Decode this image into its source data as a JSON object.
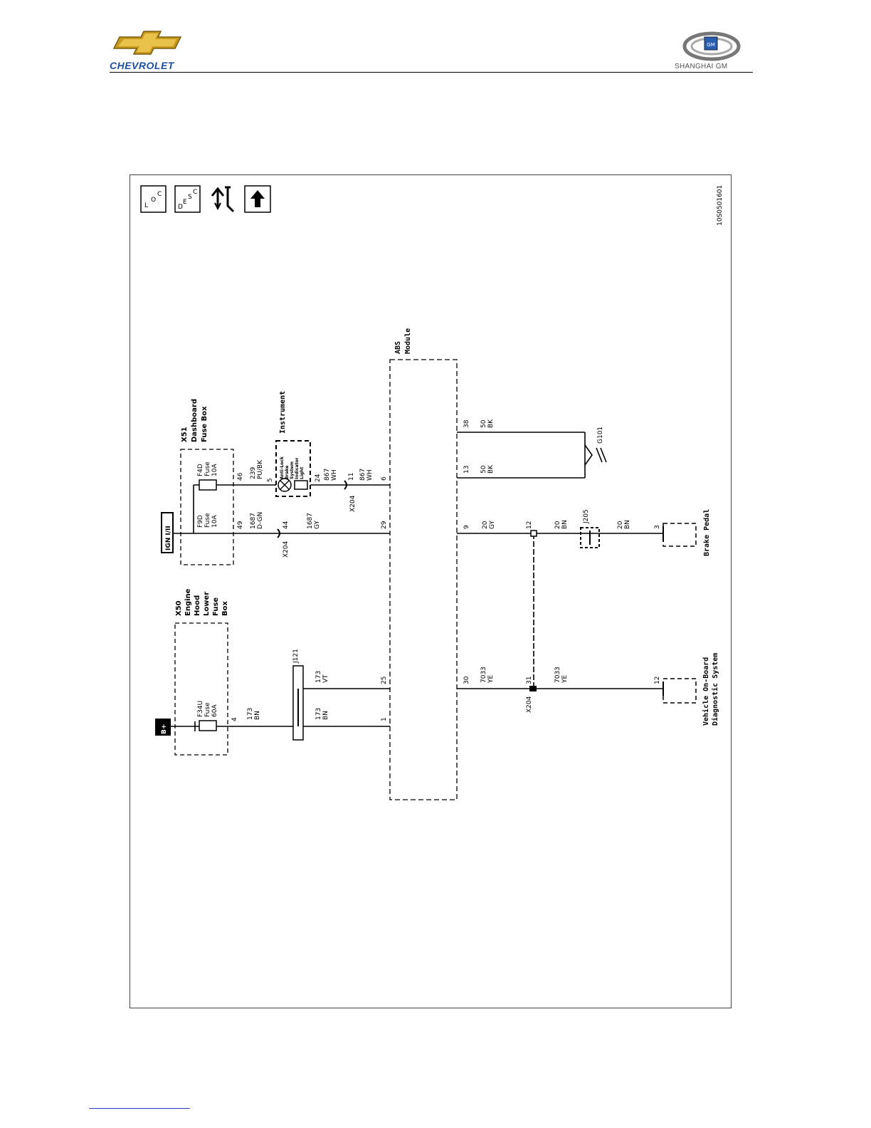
{
  "header": {
    "left_brand": "CHEVROLET",
    "right_brand": "SHANGHAI GM",
    "right_badge": "GM"
  },
  "icons": {
    "loc": [
      "L",
      "O",
      "C"
    ],
    "desc": [
      "D",
      "E",
      "S",
      "C"
    ],
    "schematic_icon": "wrench-arrows-icon",
    "up_icon": "up-arrow-icon"
  },
  "figure_id": "10S0501601",
  "power": {
    "bplus": "B+",
    "ign": "IGN I/II"
  },
  "x50": {
    "name": [
      "X50",
      "Engine",
      "Hood",
      "Lower",
      "Fuse",
      "Box"
    ],
    "fuse": [
      "F34U",
      "Fuse",
      "60A"
    ],
    "pin": "4"
  },
  "x51": {
    "name": [
      "X51",
      "Dashboard",
      "Fuse Box"
    ],
    "fuse_a": [
      "F9D",
      "Fuse",
      "10A"
    ],
    "fuse_b": [
      "F4D",
      "Fuse",
      "10A"
    ],
    "pin_a": "49",
    "pin_b": "46"
  },
  "instrument": {
    "name": "Instrument",
    "lamp": [
      "Anti-Lock",
      "Brake",
      "System",
      "Indicator",
      "Light"
    ],
    "pin_in": "5",
    "pin_out": "24"
  },
  "abs": {
    "name": [
      "ABS",
      "Module"
    ],
    "pins_left": [
      "1",
      "25",
      "29",
      "6"
    ],
    "pins_right": [
      "30",
      "9",
      "13",
      "38"
    ]
  },
  "splices": {
    "j121": "J121",
    "j205": "J205"
  },
  "connectors": {
    "x204_a": "X204",
    "x204_b": "X204",
    "x204_c": "X204",
    "pin_44": "44",
    "pin_11": "11",
    "pin_12": "12",
    "pin_31": "31"
  },
  "ground": "G101",
  "wires": {
    "w173_a": [
      "173",
      "BN"
    ],
    "w173_b": [
      "173",
      "BN"
    ],
    "w173_c": [
      "173",
      "VT"
    ],
    "w1687_a": [
      "1687",
      "D-GN"
    ],
    "w1687_b": [
      "1687",
      "GY"
    ],
    "w239": [
      "239",
      "PU/BK"
    ],
    "w867_a": [
      "867",
      "WH"
    ],
    "w867_b": [
      "867",
      "WH"
    ],
    "w7033_a": [
      "7033",
      "YE"
    ],
    "w7033_b": [
      "7033",
      "YE"
    ],
    "w20_a": [
      "20",
      "GY"
    ],
    "w20_b": [
      "20",
      "BN"
    ],
    "w20_c": [
      "20",
      "BN"
    ],
    "w50_a": [
      "50",
      "BK"
    ],
    "w50_b": [
      "50",
      "BK"
    ]
  },
  "dlc": {
    "name": [
      "Vehicle On-Board",
      "Diagnostic System"
    ],
    "pin": "12"
  },
  "brake": {
    "name": "Brake Pedal",
    "pin": "3"
  }
}
